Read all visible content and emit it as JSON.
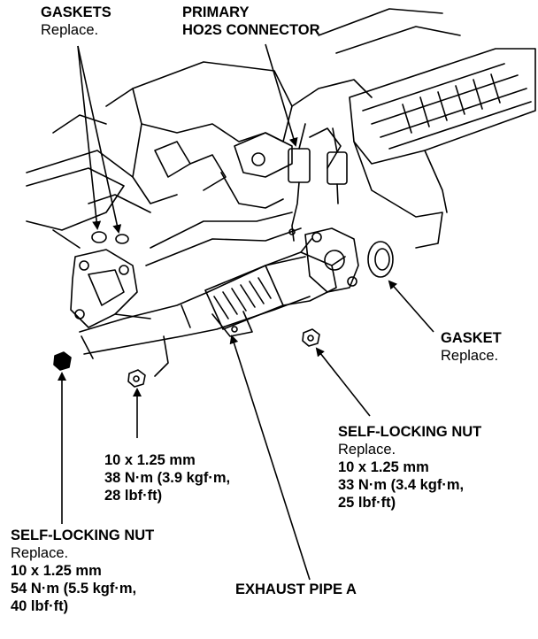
{
  "labels": {
    "gaskets_top": {
      "title": "GASKETS",
      "note": "Replace."
    },
    "primary_ho2s": {
      "line1": "PRIMARY",
      "line2": "HO2S CONNECTOR"
    },
    "gasket_right": {
      "title": "GASKET",
      "note": "Replace."
    },
    "nut_right": {
      "title": "SELF-LOCKING NUT",
      "note": "Replace.",
      "size": "10 x 1.25 mm",
      "torque1": "33 N·m (3.4 kgf·m,",
      "torque2": "25 lbf·ft)"
    },
    "center_spec": {
      "size": "10 x 1.25 mm",
      "torque1": "38 N·m (3.9 kgf·m,",
      "torque2": "28 lbf·ft)"
    },
    "nut_left": {
      "title": "SELF-LOCKING NUT",
      "note": "Replace.",
      "size": "10 x 1.25 mm",
      "torque1": "54 N·m (5.5 kgf·m,",
      "torque2": "40 lbf·ft)"
    },
    "exhaust_pipe": {
      "title": "EXHAUST PIPE A"
    }
  }
}
